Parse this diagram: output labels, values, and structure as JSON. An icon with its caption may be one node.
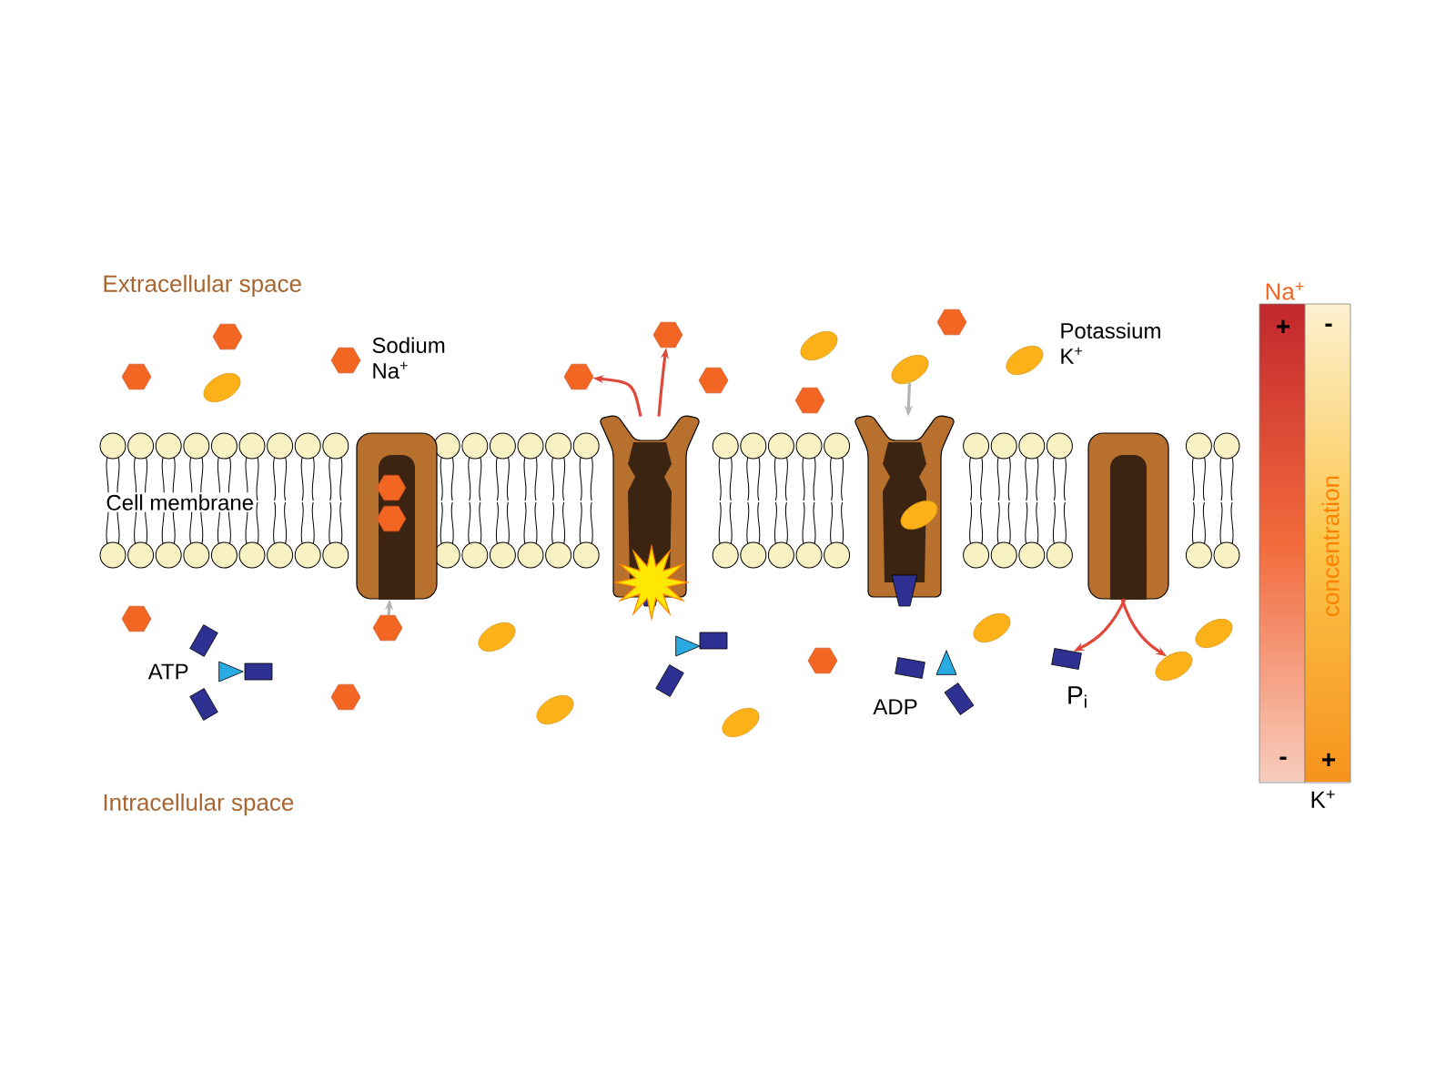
{
  "diagram": {
    "nodes": [
      {
        "text": [],
        "shape": "picture"
      },
      {
        "text": [],
        "shape": "picture"
      },
      {
        "text": [],
        "shape": "picture"
      },
      {
        "text": [],
        "shape": "picture"
      },
      {
        "text": [],
        "shape": "hexagon"
      },
      {
        "text": [],
        "shape": "ellipse"
      },
      {
        "text": [],
        "shape": "picture",
        "beside": [
          "P$_{i}$"
        ]
      },
      {
        "text": [],
        "shape": "ellipse"
      },
      {
        "text": [],
        "shape": "hexagon"
      },
      {
        "text": [],
        "shape": "hexagon"
      },
      {
        "text": [],
        "shape": "hexagon"
      },
      {
        "text": [],
        "shape": "hexagon"
      },
      {
        "text": [],
        "shape": "hexagon"
      },
      {
        "text": [],
        "shape": "hexagon"
      },
      {
        "text": [],
        "shape": "hexagon"
      },
      {
        "text": [],
        "shape": "hexagon"
      },
      {
        "text": [],
        "shape": "hexagon"
      },
      {
        "text": [],
        "shape": "hexagon"
      },
      {
        "text": [],
        "shape": "hexagon"
      },
      {
        "text": [],
        "shape": "ellipse"
      },
      {
        "text": [],
        "shape": "ellipse"
      },
      {
        "text": [],
        "shape": "ellipse"
      },
      {
        "text": [],
        "shape": "ellipse"
      },
      {
        "text": [],
        "shape": "ellipse"
      },
      {
        "text": [],
        "shape": "ellipse"
      },
      {
        "text": [],
        "shape": "ellipse"
      },
      {
        "text": [],
        "shape": "ellipse"
      },
      {
        "text": [],
        "shape": "hexagon",
        "in": 0
      },
      {
        "text": [],
        "shape": "hexagon",
        "in": 0
      },
      {
        "text": [],
        "shape": "ellipse",
        "in": 2
      }
    ],
    "edges": [
      {
        "from": 4,
        "to": 0,
        "arrow": "to",
        "color": "#b3b3b3"
      },
      {
        "from": 1,
        "to": 12,
        "arrow": "to"
      },
      {
        "from": 1,
        "to": 11,
        "arrow": "to"
      },
      {
        "from": 5,
        "to": 2,
        "arrow": "to",
        "color": "#b3b3b3"
      },
      {
        "from": 3,
        "to": 6,
        "arrow": "to"
      },
      {
        "from": 3,
        "to": 7,
        "arrow": "to"
      }
    ],
    "labels": [
      "Extracellular space",
      "Na$^{+}$",
      "Sodium Na$^{+}$",
      "Potassium K$^{+}$",
      "+",
      "-",
      "Cell membrane",
      "concentration",
      "ATP",
      "ADP",
      "-",
      "+",
      "Intracellular space",
      "K$^{+}$"
    ]
  }
}
